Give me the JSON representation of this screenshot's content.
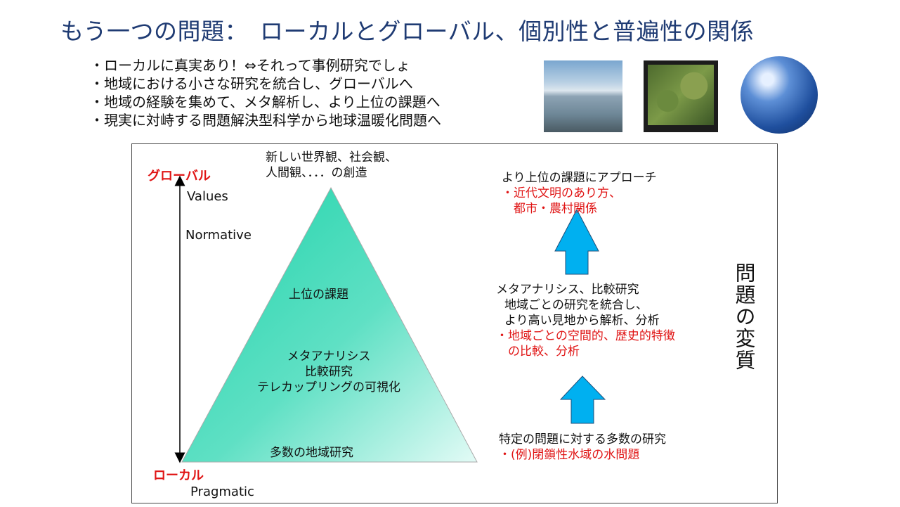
{
  "title": "もう一つの問題：　ローカルとグローバル、個別性と普遍性の関係",
  "bullets": [
    "・ローカルに真実あり！⇔それって事例研究でしょ",
    "・地域における小さな研究を統合し、グローバルへ",
    "・地域の経験を集めて、メタ解析し、より上位の課題へ",
    "・現実に対峙する問題解決型科学から地球温暖化問題へ"
  ],
  "diagram": {
    "top_label": [
      "新しい世界観、社会観、",
      "人間観、．．．の創造"
    ],
    "global_label": "グローバル",
    "local_label": "ローカル",
    "values_label": "Values",
    "normative_label": "Normative",
    "pragmatic_label": "Pragmatic",
    "pyramid_upper": "上位の課題",
    "pyramid_middle": [
      "メタアナリシス",
      "比較研究",
      "テレカップリングの可視化"
    ],
    "pyramid_bottom": "多数の地域研究",
    "right_top": {
      "heading": "より上位の課題にアプローチ",
      "red_lines": [
        "・近代文明のあり方、",
        "都市・農村関係"
      ]
    },
    "right_middle": {
      "lines": [
        "メタアナリシス、比較研究",
        "地域ごとの研究を統合し、",
        "より高い見地から解析、分析"
      ],
      "red_lines": [
        "・地域ごとの空間的、歴史的特徴",
        "の比較、分析"
      ]
    },
    "right_bottom": {
      "heading": "特定の問題に対する多数の研究",
      "red_line": "・(例)閉鎖性水域の水問題"
    },
    "vertical_label": "問題の変質",
    "colors": {
      "arrow": "#00b0f0",
      "accent": "#e01515",
      "title": "#1f3b73"
    }
  }
}
